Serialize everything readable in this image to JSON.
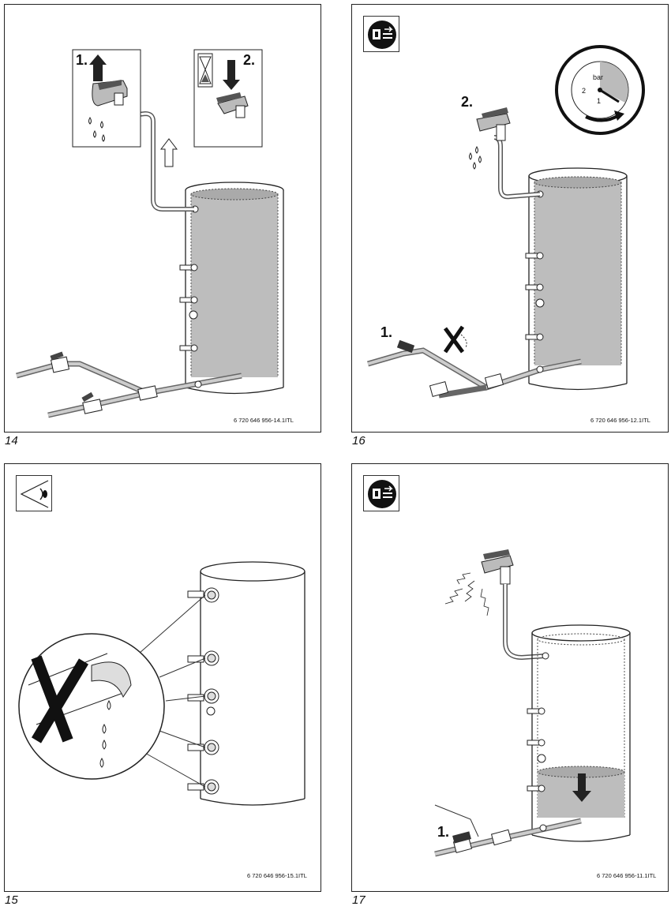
{
  "figures": [
    {
      "id": "14",
      "ref": "6 720 646 956-14.1ITL",
      "steps": [
        "1.",
        "2."
      ]
    },
    {
      "id": "16",
      "ref": "6 720 646 956-12.1ITL",
      "steps": [
        "2.",
        "1."
      ],
      "gauge": {
        "unit": "bar",
        "ticks": [
          "2",
          "1"
        ]
      }
    },
    {
      "id": "15",
      "ref": "6 720 646 956-15.1ITL"
    },
    {
      "id": "17",
      "ref": "6 720 646 956-11.1ITL",
      "steps": [
        "1."
      ]
    }
  ],
  "icons": {
    "power_disconnect": "power-disconnect-icon",
    "eye": "visual-inspection-icon",
    "hourglass": "hourglass-icon"
  }
}
